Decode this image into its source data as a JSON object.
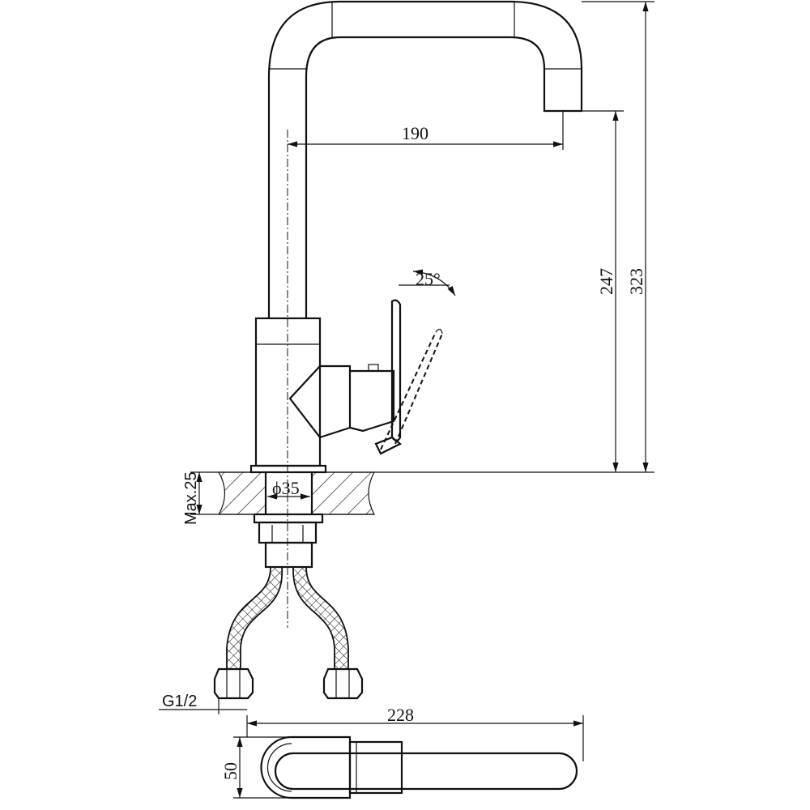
{
  "drawing": {
    "dimensions": {
      "spout_reach": "190",
      "spout_height": "247",
      "total_height": "323",
      "lever_angle": "25°",
      "max_counter_thickness": "Max.25",
      "hole_diameter": "ϕ35",
      "connection": "G1/2",
      "total_length": "228",
      "base_width": "50"
    },
    "line_color": "#111111"
  }
}
